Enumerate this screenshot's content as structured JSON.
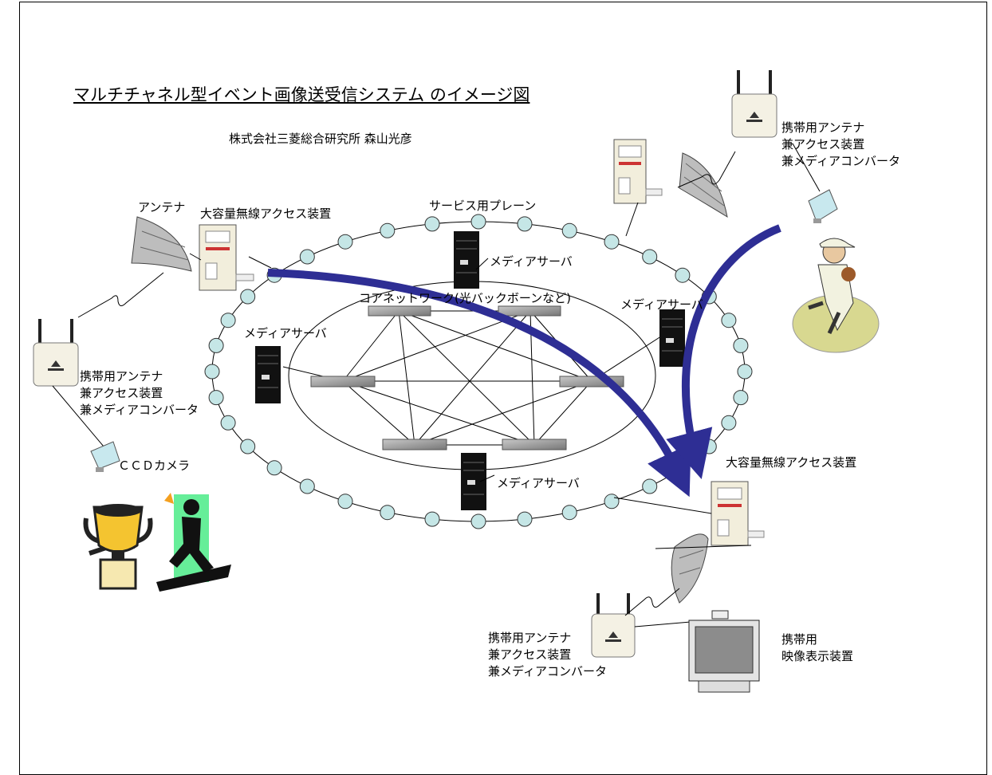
{
  "title": "マルチチャネル型イベント画像送受信システム のイメージ図",
  "author": "株式会社三菱総合研究所  森山光彦",
  "labels": {
    "antenna": "アンテナ",
    "access_device_left": "大容量無線アクセス装置",
    "access_device_right": "大容量無線アクセス装置",
    "service_plane": "サービス用プレーン",
    "core_network": "コアネットワーク(光バックボーンなど)",
    "media_server_top": "メディアサーバ",
    "media_server_left": "メディアサーバ",
    "media_server_right": "メディアサーバ",
    "media_server_bottom": "メディアサーバ",
    "ccd_camera": "ＣＣＤカメラ",
    "display_device_line1": "携帯用",
    "display_device_line2": "映像表示装置"
  },
  "portable_antenna": {
    "line1": "携帯用アンテナ",
    "line2": "兼アクセス装置",
    "line3": "兼メディアコンバータ"
  },
  "colors": {
    "flow_arrow": "#2e2e94",
    "ring_node": "#c5e6e6",
    "display_screen": "#8c8c8c",
    "highlight_green": "#66ee99"
  }
}
